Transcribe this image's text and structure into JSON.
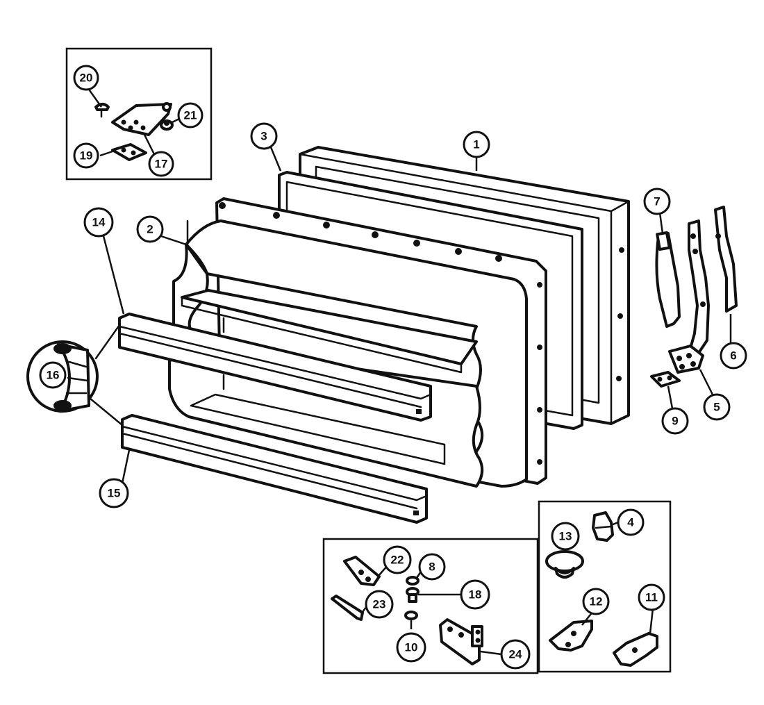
{
  "callouts": [
    {
      "id": "1",
      "label": "1"
    },
    {
      "id": "2",
      "label": "2"
    },
    {
      "id": "3",
      "label": "3"
    },
    {
      "id": "4",
      "label": "4"
    },
    {
      "id": "5",
      "label": "5"
    },
    {
      "id": "6",
      "label": "6"
    },
    {
      "id": "7",
      "label": "7"
    },
    {
      "id": "8",
      "label": "8"
    },
    {
      "id": "9",
      "label": "9"
    },
    {
      "id": "10",
      "label": "10"
    },
    {
      "id": "11",
      "label": "11"
    },
    {
      "id": "12",
      "label": "12"
    },
    {
      "id": "13",
      "label": "13"
    },
    {
      "id": "14",
      "label": "14"
    },
    {
      "id": "15",
      "label": "15"
    },
    {
      "id": "16",
      "label": "16"
    },
    {
      "id": "17",
      "label": "17"
    },
    {
      "id": "18",
      "label": "18"
    },
    {
      "id": "19",
      "label": "19"
    },
    {
      "id": "20",
      "label": "20"
    },
    {
      "id": "21",
      "label": "21"
    },
    {
      "id": "22",
      "label": "22"
    },
    {
      "id": "23",
      "label": "23"
    },
    {
      "id": "24",
      "label": "24"
    }
  ],
  "colors": {
    "ink": "#111111",
    "paper": "#ffffff"
  }
}
